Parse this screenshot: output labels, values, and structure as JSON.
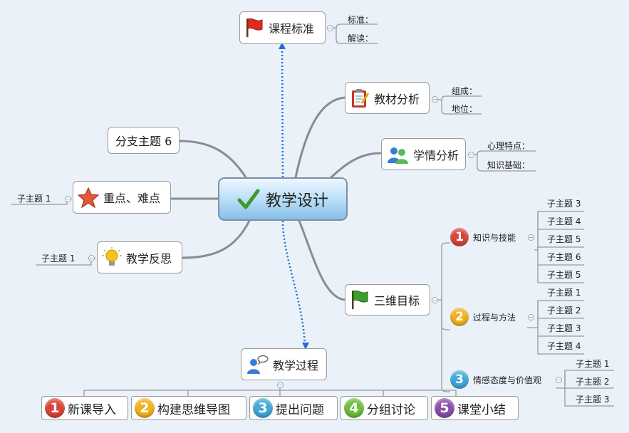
{
  "center": {
    "label": "教学设计"
  },
  "branches": {
    "curriculum": {
      "label": "课程标准",
      "subs": [
        "标准：",
        "解读："
      ]
    },
    "textbook": {
      "label": "教材分析",
      "subs": [
        "组成：",
        "地位："
      ]
    },
    "students": {
      "label": "学情分析",
      "subs": [
        "心理特点：",
        "知识基础："
      ]
    },
    "goals": {
      "label": "三维目标",
      "groups": [
        {
          "badge": "1",
          "label": "知识与技能",
          "color": "#d9443a",
          "subs": [
            "子主题 3",
            "子主题 4",
            "子主题 5",
            "子主题 6",
            "子主题 5"
          ]
        },
        {
          "badge": "2",
          "label": "过程与方法",
          "color": "#f2b21c",
          "subs": [
            "子主题 1",
            "子主题 2",
            "子主题 3",
            "子主题 4"
          ]
        },
        {
          "badge": "3",
          "label": "情感态度与价值观",
          "color": "#3fa9d9",
          "subs": [
            "子主题 1",
            "子主题 2",
            "子主题 3"
          ]
        }
      ]
    },
    "branch6": {
      "label": "分支主题 6"
    },
    "keypoints": {
      "label": "重点、难点",
      "subs": [
        "子主题 1"
      ]
    },
    "reflection": {
      "label": "教学反思",
      "subs": [
        "子主题 1"
      ]
    },
    "process": {
      "label": "教学过程",
      "steps": [
        {
          "badge": "1",
          "label": "新课导入",
          "color": "#d9443a"
        },
        {
          "badge": "2",
          "label": "构建思维导图",
          "color": "#f2b21c"
        },
        {
          "badge": "3",
          "label": "提出问题",
          "color": "#3fa9d9"
        },
        {
          "badge": "4",
          "label": "分组讨论",
          "color": "#6cbf3c"
        },
        {
          "badge": "5",
          "label": "课堂小结",
          "color": "#8a4fa8"
        }
      ]
    }
  },
  "colors": {
    "connector": "#8c8c8c",
    "relationship": "#1f6fd1"
  }
}
